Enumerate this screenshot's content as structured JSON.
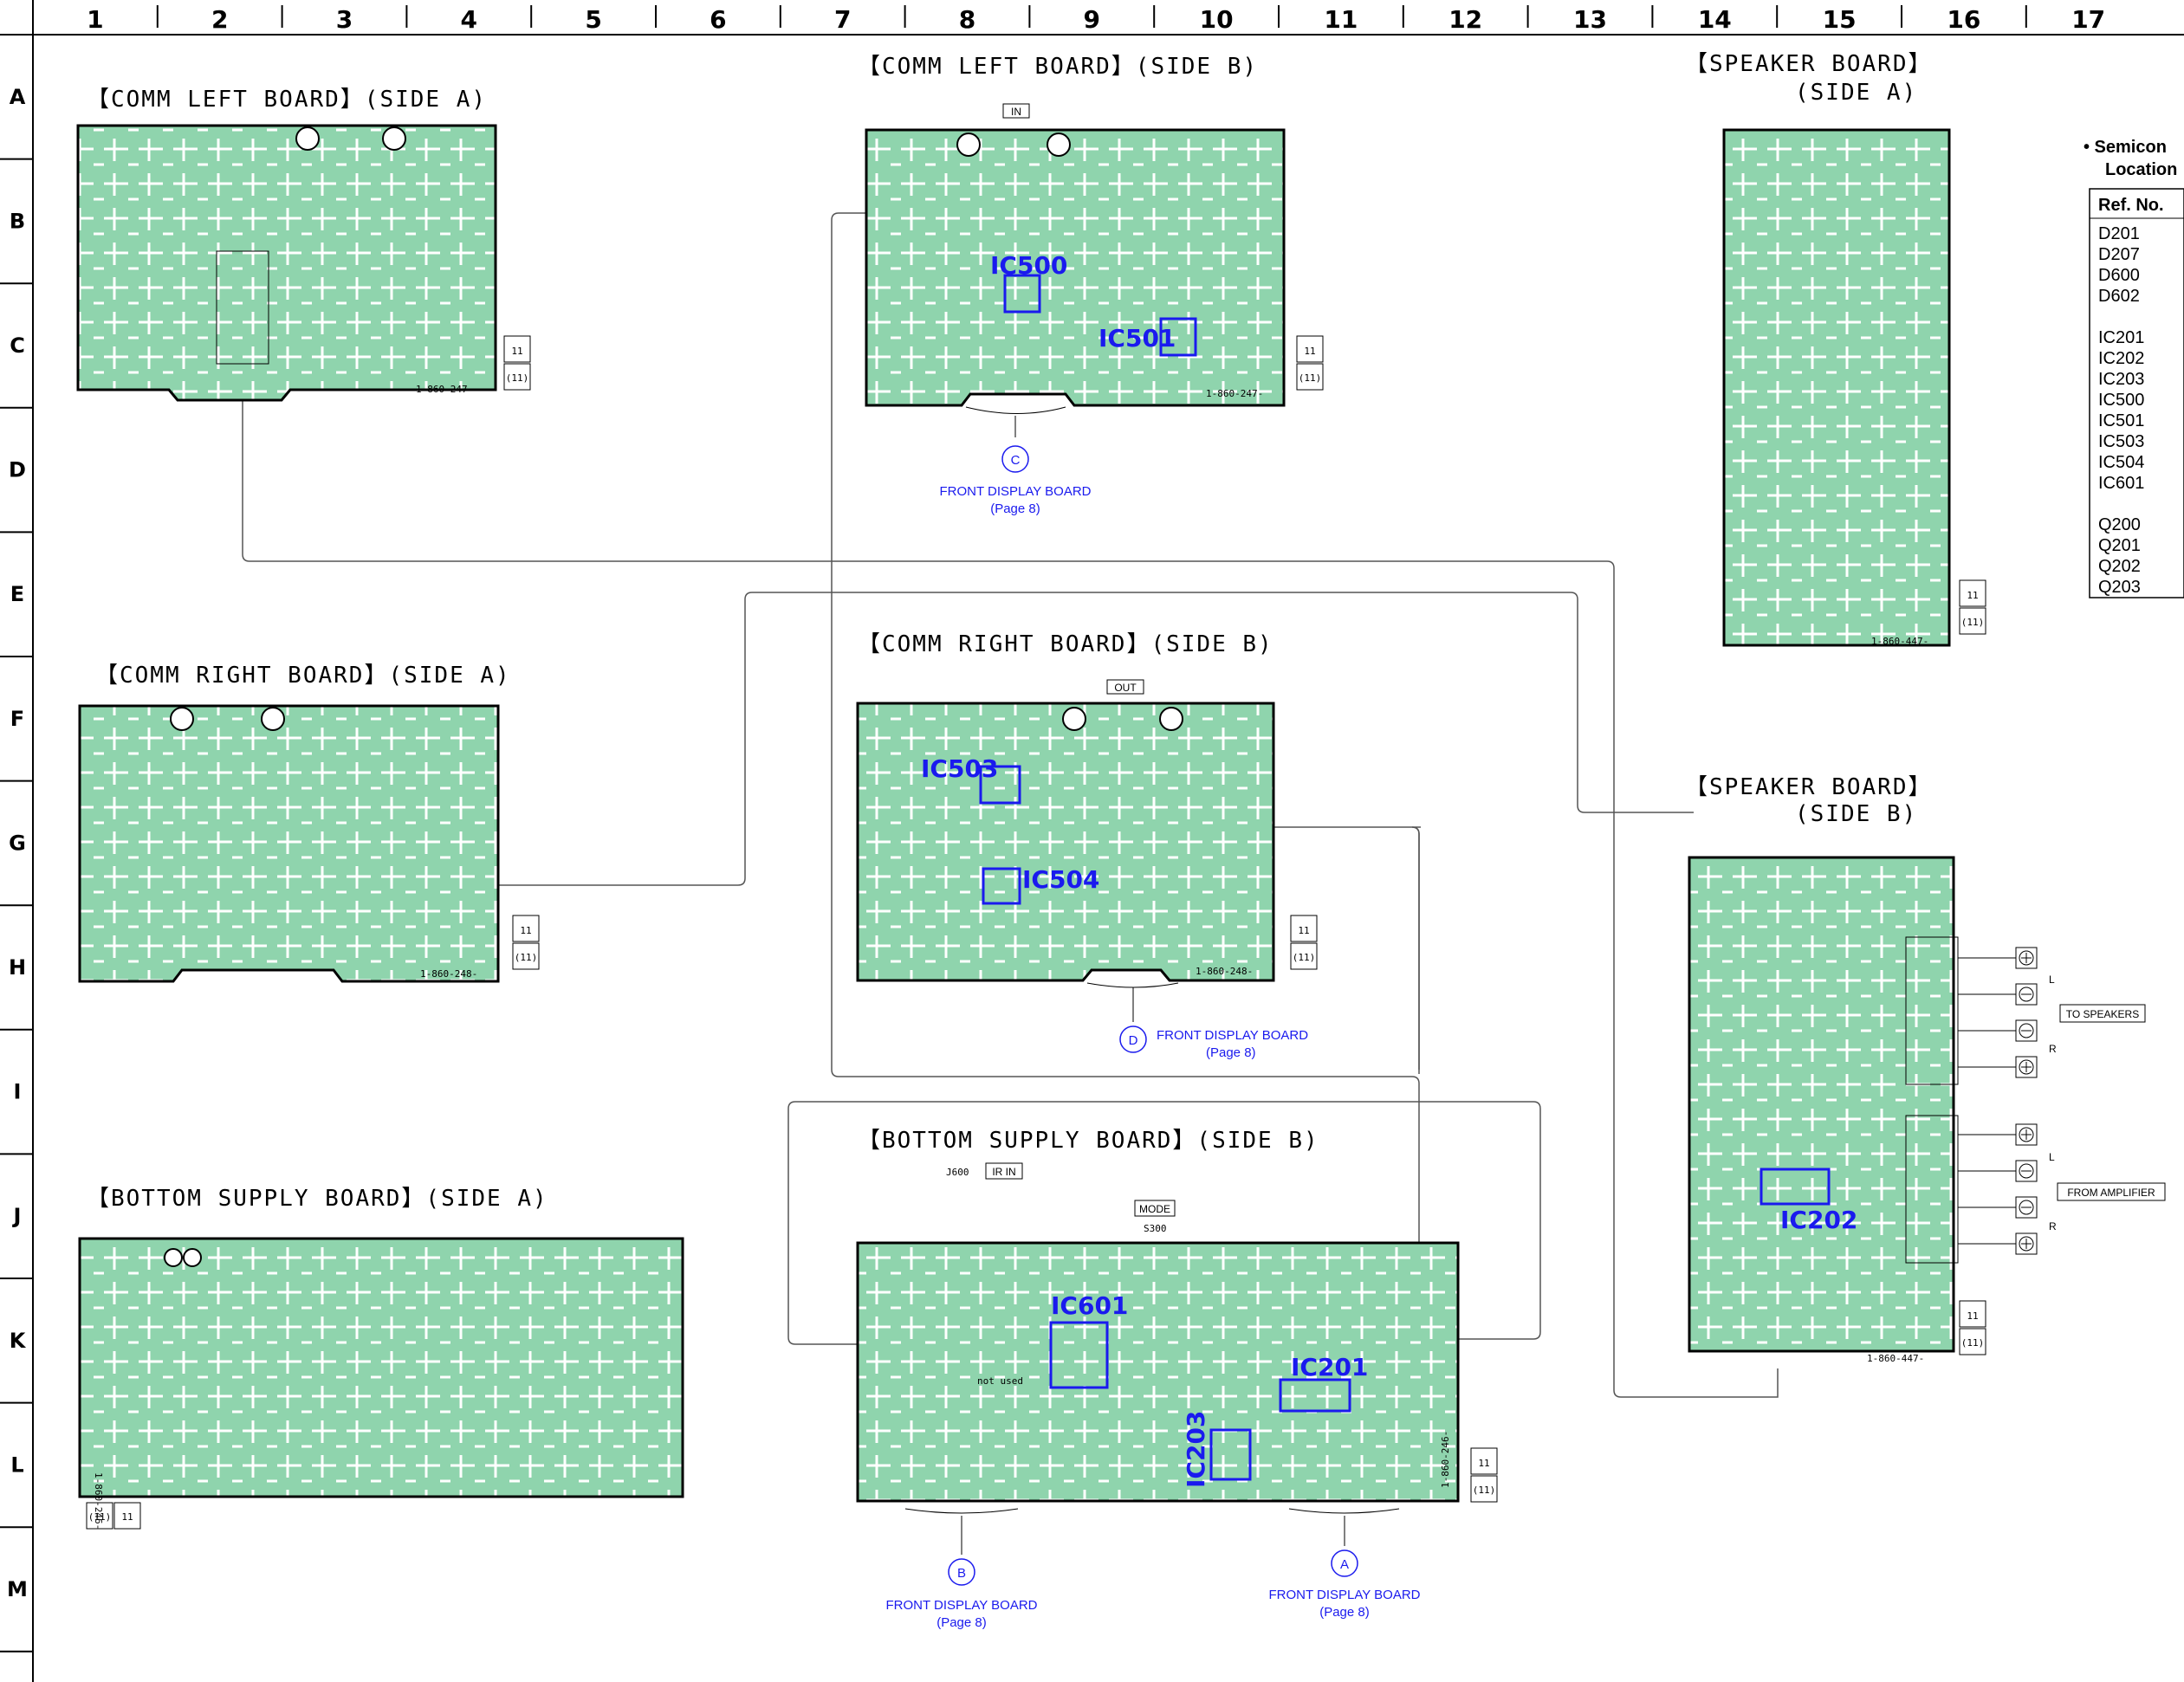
{
  "columns": [
    "1",
    "2",
    "3",
    "4",
    "5",
    "6",
    "7",
    "8",
    "9",
    "10",
    "11",
    "12",
    "13",
    "14",
    "15",
    "16",
    "17"
  ],
  "rows": [
    "A",
    "B",
    "C",
    "D",
    "E",
    "F",
    "G",
    "H",
    "I",
    "J",
    "K",
    "L",
    "M"
  ],
  "boards": {
    "comm_left_a": {
      "title": "【COMM LEFT BOARD】(SIDE A)",
      "code": "1-860-247-",
      "rev_top": "11",
      "rev_bottom": "(11)"
    },
    "comm_left_b": {
      "title": "【COMM LEFT BOARD】(SIDE B)",
      "code": "1-860-247-",
      "rev_top": "11",
      "rev_bottom": "(11)",
      "connector_label": "IN"
    },
    "speaker_a": {
      "title": "【SPEAKER BOARD】",
      "subtitle": "(SIDE A)",
      "code": "1-860-447-",
      "rev_top": "11",
      "rev_bottom": "(11)"
    },
    "comm_right_a": {
      "title": "【COMM RIGHT BOARD】(SIDE A)",
      "code": "1-860-248-",
      "rev_top": "11",
      "rev_bottom": "(11)"
    },
    "comm_right_b": {
      "title": "【COMM RIGHT BOARD】(SIDE B)",
      "code": "1-860-248-",
      "rev_top": "11",
      "rev_bottom": "(11)",
      "connector_label": "OUT"
    },
    "speaker_b": {
      "title": "【SPEAKER BOARD】",
      "subtitle": "(SIDE B)",
      "code": "1-860-447-",
      "rev_top": "11",
      "rev_bottom": "(11)"
    },
    "bottom_a": {
      "title": "【BOTTOM SUPPLY BOARD】(SIDE A)",
      "code": "1-860-246-",
      "rev_top": "11",
      "rev_bottom": "(11)"
    },
    "bottom_b": {
      "title": "【BOTTOM SUPPLY BOARD】(SIDE B)",
      "code": "1-860-246-",
      "rev_top": "11",
      "rev_bottom": "(11)",
      "ir_label": "IR IN",
      "j600": "J600",
      "mode_label": "MODE",
      "s300": "S300",
      "not_used": "not used"
    }
  },
  "ic_labels": {
    "ic500": "IC500",
    "ic501": "IC501",
    "ic503": "IC503",
    "ic504": "IC504",
    "ic601": "IC601",
    "ic201": "IC201",
    "ic203": "IC203",
    "ic202": "IC202"
  },
  "callouts": {
    "c": {
      "letter": "C",
      "text": "FRONT DISPLAY BOARD",
      "page": "(Page 8)"
    },
    "d": {
      "letter": "D",
      "text": "FRONT DISPLAY BOARD",
      "page": "(Page 8)"
    },
    "b": {
      "letter": "B",
      "text": "FRONT DISPLAY BOARD",
      "page": "(Page 8)"
    },
    "a": {
      "letter": "A",
      "text": "FRONT DISPLAY BOARD",
      "page": "(Page 8)"
    }
  },
  "speaker_io": {
    "to_speakers": "TO SPEAKERS",
    "from_amplifier": "FROM AMPLIFIER",
    "l": "L",
    "r": "R"
  },
  "legend": {
    "title_line1": "• Semicon",
    "title_line2": "Location",
    "header": "Ref. No.",
    "group1": [
      "D201",
      "D207",
      "D600",
      "D602"
    ],
    "group2": [
      "IC201",
      "IC202",
      "IC203",
      "IC500",
      "IC501",
      "IC503",
      "IC504",
      "IC601"
    ],
    "group3": [
      "Q200",
      "Q201",
      "Q202",
      "Q203"
    ]
  },
  "colors": {
    "pcb_fill": "#8fd4ad",
    "pcb_outline": "#000000",
    "ic_blue": "#1a1aee",
    "wire": "#555555"
  }
}
